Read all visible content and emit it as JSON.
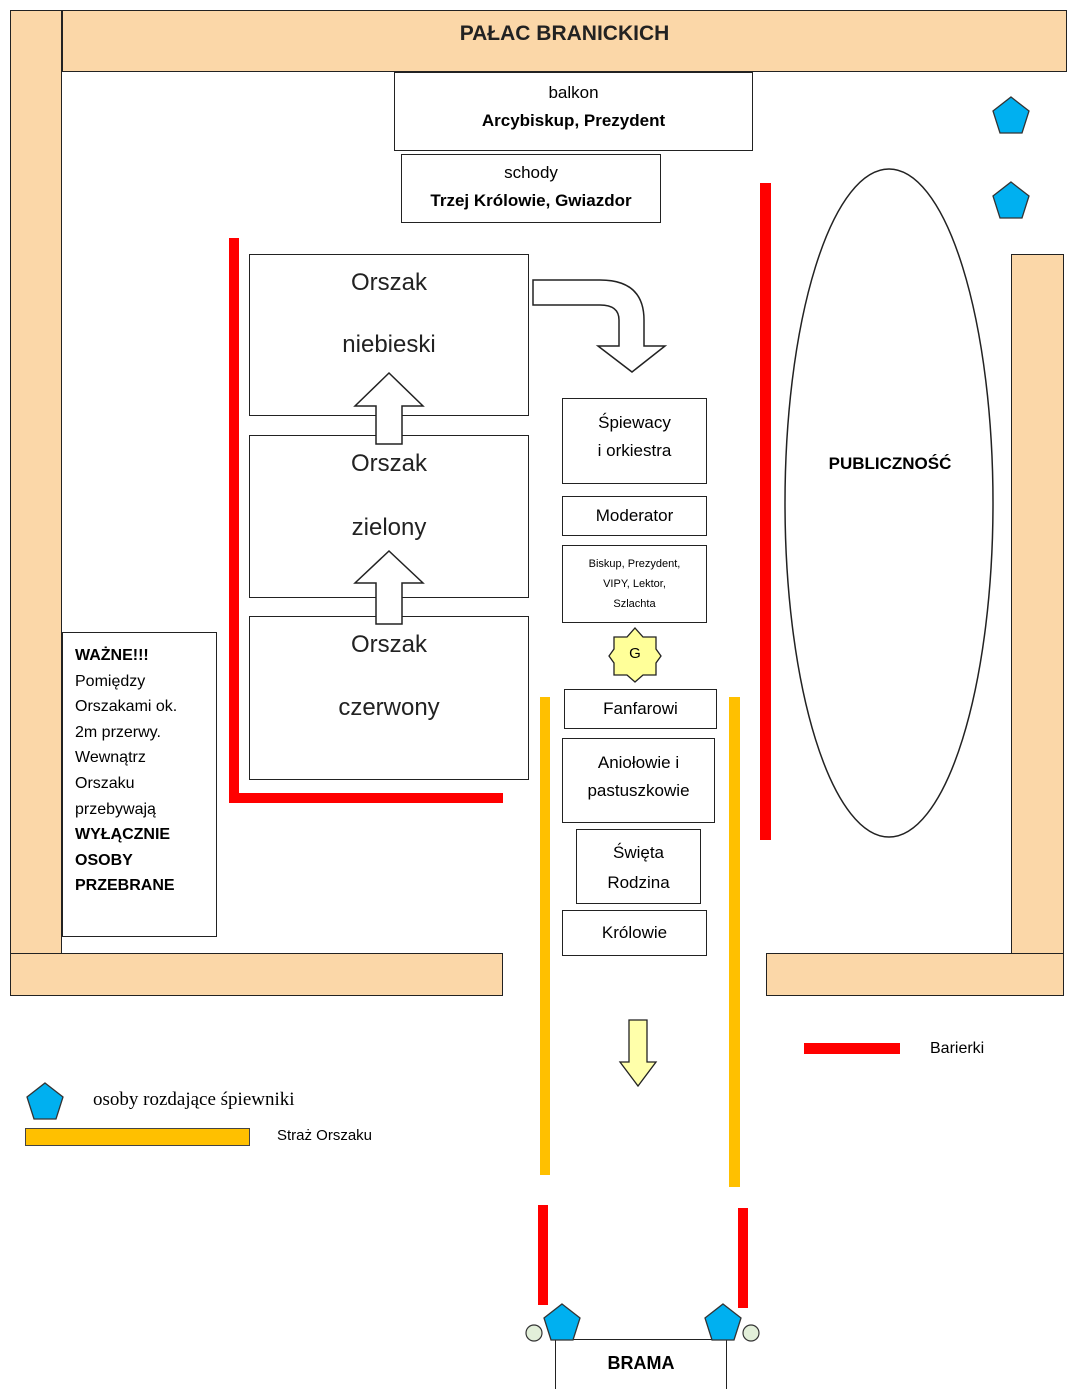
{
  "palace": "PAŁAC BRANICKICH",
  "balcony": {
    "label": "balkon",
    "people": "Arcybiskup, Prezydent"
  },
  "stairs": {
    "label": "schody",
    "people": "Trzej Królowie, Gwiazdor"
  },
  "processions": [
    {
      "line1": "Orszak",
      "line2": "niebieski"
    },
    {
      "line1": "Orszak",
      "line2": "zielony"
    },
    {
      "line1": "Orszak",
      "line2": "czerwony"
    }
  ],
  "column": {
    "singers_1": "Śpiewacy",
    "singers_2": "i orkiestra",
    "moderator": "Moderator",
    "vip_1": "Biskup, Prezydent,",
    "vip_2": "VIPY, Lektor,",
    "vip_3": "Szlachta",
    "star": "G",
    "fanfare": "Fanfarowi",
    "angels_1": "Aniołowie i",
    "angels_2": "pastuszkowie",
    "family_1": "Święta",
    "family_2": "Rodzina",
    "kings": "Królowie"
  },
  "audience": "PUBLICZNOŚĆ",
  "note": {
    "heading": "WAŻNE!!!",
    "lines": [
      "Pomiędzy",
      "Orszakami ok.",
      "2m przerwy.",
      "Wewnątrz",
      "Orszaku",
      "przebywają"
    ],
    "bold_lines": [
      "WYŁĄCZNIE",
      "OSOBY",
      "PRZEBRANE"
    ]
  },
  "gate": "BRAMA",
  "legend": {
    "barriers": "Barierki",
    "distributors": "osoby rozdające śpiewniki",
    "guard": "Straż Orszaku"
  },
  "colors": {
    "wall": "#fbd7a8",
    "barrier": "#ff0000",
    "guard": "#ffc000",
    "distributor": "#00b0f0",
    "star": "#ffff99",
    "flow_arrow": "#ffffaa"
  }
}
